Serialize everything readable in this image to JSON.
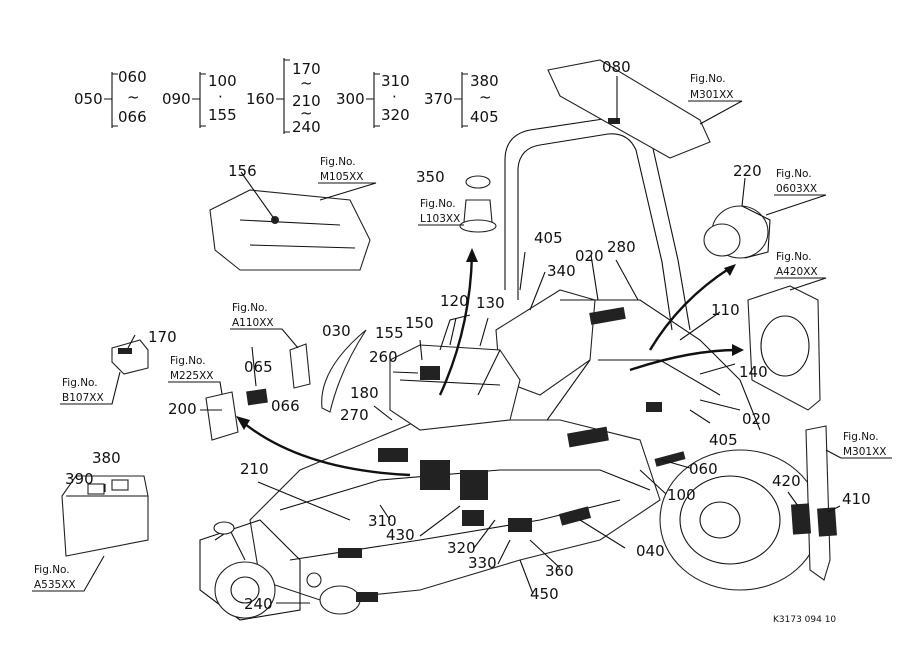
{
  "ranges": [
    {
      "lead": "050",
      "top": "060",
      "mid": "~",
      "bottom": "066"
    },
    {
      "lead": "090",
      "top": "100",
      "mid": "·",
      "bottom": "155"
    },
    {
      "lead": "160",
      "top": "170",
      "mid": "~",
      "mid2": "210",
      "mid3": "~",
      "bottom": "240"
    },
    {
      "lead": "300",
      "top": "310",
      "mid": "·",
      "bottom": "320"
    },
    {
      "lead": "370",
      "top": "380",
      "mid": "~",
      "bottom": "405"
    }
  ],
  "fig_refs": [
    {
      "head": "Fig.No.",
      "code": "M301XX"
    },
    {
      "head": "Fig.No.",
      "code": "M105XX"
    },
    {
      "head": "Fig.No.",
      "code": "L103XX"
    },
    {
      "head": "Fig.No.",
      "code": "0603XX"
    },
    {
      "head": "Fig.No.",
      "code": "A420XX"
    },
    {
      "head": "Fig.No.",
      "code": "A110XX"
    },
    {
      "head": "Fig.No.",
      "code": "M225XX"
    },
    {
      "head": "Fig.No.",
      "code": "B107XX"
    },
    {
      "head": "Fig.No.",
      "code": "M301XX"
    },
    {
      "head": "Fig.No.",
      "code": "A535XX"
    }
  ],
  "part_numbers": [
    "080",
    "156",
    "350",
    "220",
    "405",
    "340",
    "020",
    "280",
    "120",
    "130",
    "155",
    "150",
    "030",
    "260",
    "180",
    "270",
    "170",
    "065",
    "066",
    "200",
    "110",
    "140",
    "020",
    "405",
    "060",
    "100",
    "210",
    "380",
    "390",
    "310",
    "430",
    "320",
    "330",
    "360",
    "040",
    "420",
    "410",
    "240",
    "450"
  ],
  "drawing_code": "K3173 094 10"
}
